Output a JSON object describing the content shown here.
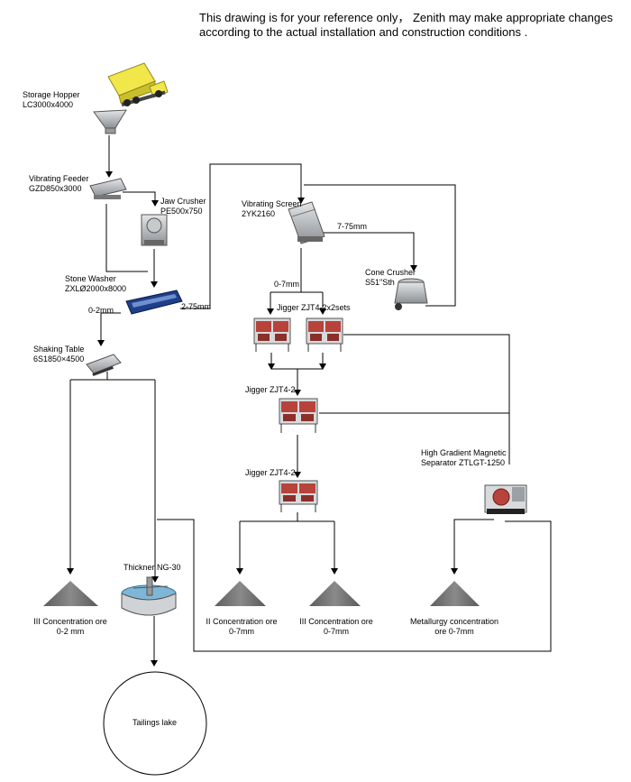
{
  "note": {
    "line1": "This drawing is for your reference only， Zenith may make appropriate changes",
    "line2": "according to the actual installation and construction conditions ."
  },
  "equipment": {
    "storage_hopper": {
      "name": "Storage Hopper",
      "model": "LC3000x4000"
    },
    "vibrating_feeder": {
      "name": "Vibrating Feeder",
      "model": "GZD850x3000"
    },
    "jaw_crusher": {
      "name": "Jaw Crusher",
      "model": "PE500x750"
    },
    "stone_washer": {
      "name": "Stone Washer",
      "model": "ZXLØ2000x8000"
    },
    "vibrating_screen": {
      "name": "Vibrating Screen",
      "model": "2YK2160"
    },
    "cone_crusher": {
      "name": "Cone Crusher",
      "model": "S51\"Sth"
    },
    "shaking_table": {
      "name": "Shaking Table",
      "model": "6S1850×4500"
    },
    "jigger_1": {
      "name": "Jigger ZJT4-2x2sets"
    },
    "jigger_2": {
      "name": "Jigger ZJT4-2"
    },
    "jigger_3": {
      "name": "Jigger ZJT4-2"
    },
    "magnetic_separator": {
      "name": "High Gradient Magnetic",
      "model": "Separator ZTLGT-1250"
    },
    "thickener": {
      "name": "Thickner NG-30"
    },
    "tailings": {
      "name": "Tailings lake"
    }
  },
  "flow_labels": {
    "fine_0_2": "0-2mm",
    "mid_2_75": "2-75mm",
    "coarse_7_75": "7-75mm",
    "screen_0_7": "0-7mm"
  },
  "products": {
    "p1": {
      "name": "III Concentration ore",
      "size": "0-2 mm"
    },
    "p2": {
      "name": "II Concentration ore",
      "size": "0-7mm"
    },
    "p3": {
      "name": "III Concentration ore",
      "size": "0-7mm"
    },
    "p4": {
      "name": "Metallurgy concentration",
      "size": "ore 0-7mm"
    }
  },
  "colors": {
    "truck": "#f1e74a",
    "machine_red": "#b8433b",
    "machine_grey": "#9aa0a6",
    "ore_pile": "#707070",
    "washer_blue": "#1e3f8a",
    "water": "#7fb6d8"
  }
}
